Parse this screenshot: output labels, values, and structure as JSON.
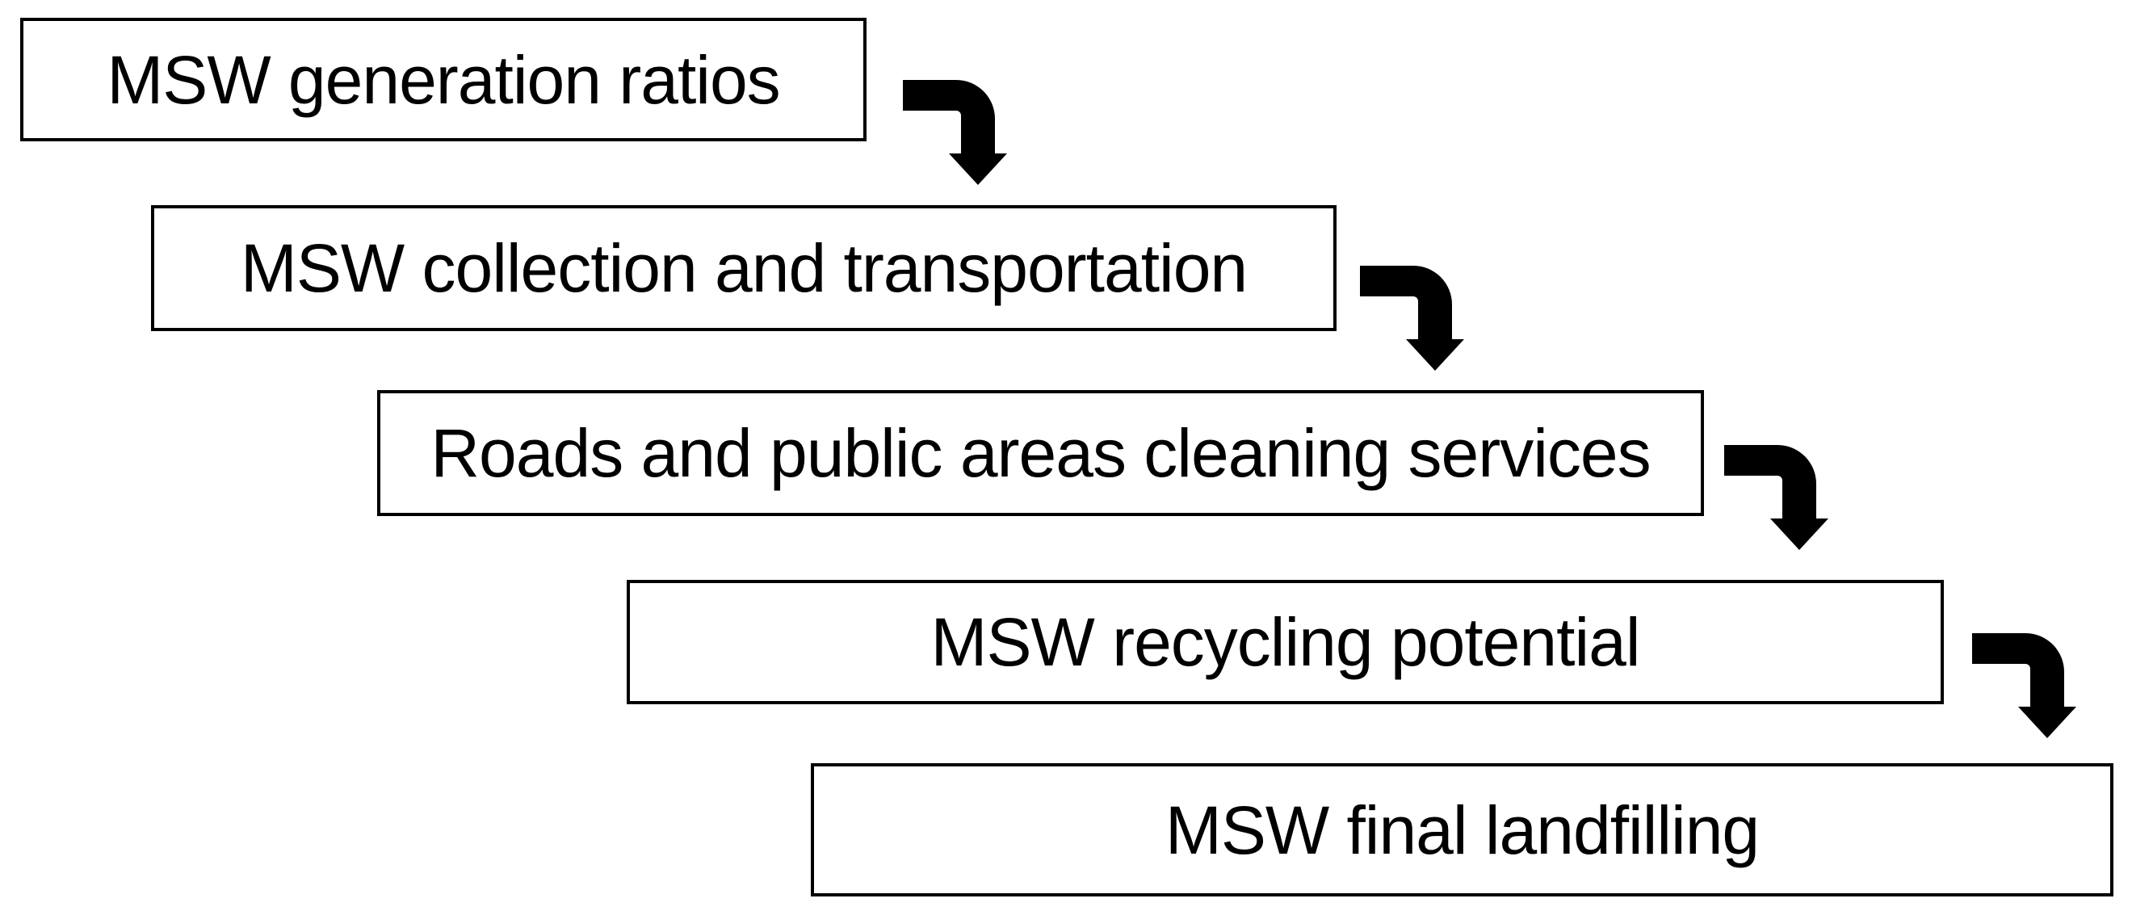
{
  "diagram": {
    "type": "flow",
    "steps": [
      {
        "label": "MSW generation ratios"
      },
      {
        "label": "MSW collection and transportation"
      },
      {
        "label": "Roads and public areas cleaning services"
      },
      {
        "label": "MSW recycling potential"
      },
      {
        "label": "MSW final landfilling"
      }
    ],
    "connector_icon": "bent-down-arrow-icon",
    "colors": {
      "background": "#ffffff",
      "box_fill": "#ffffff",
      "box_border": "#000000",
      "text": "#000000",
      "arrow": "#000000"
    }
  }
}
